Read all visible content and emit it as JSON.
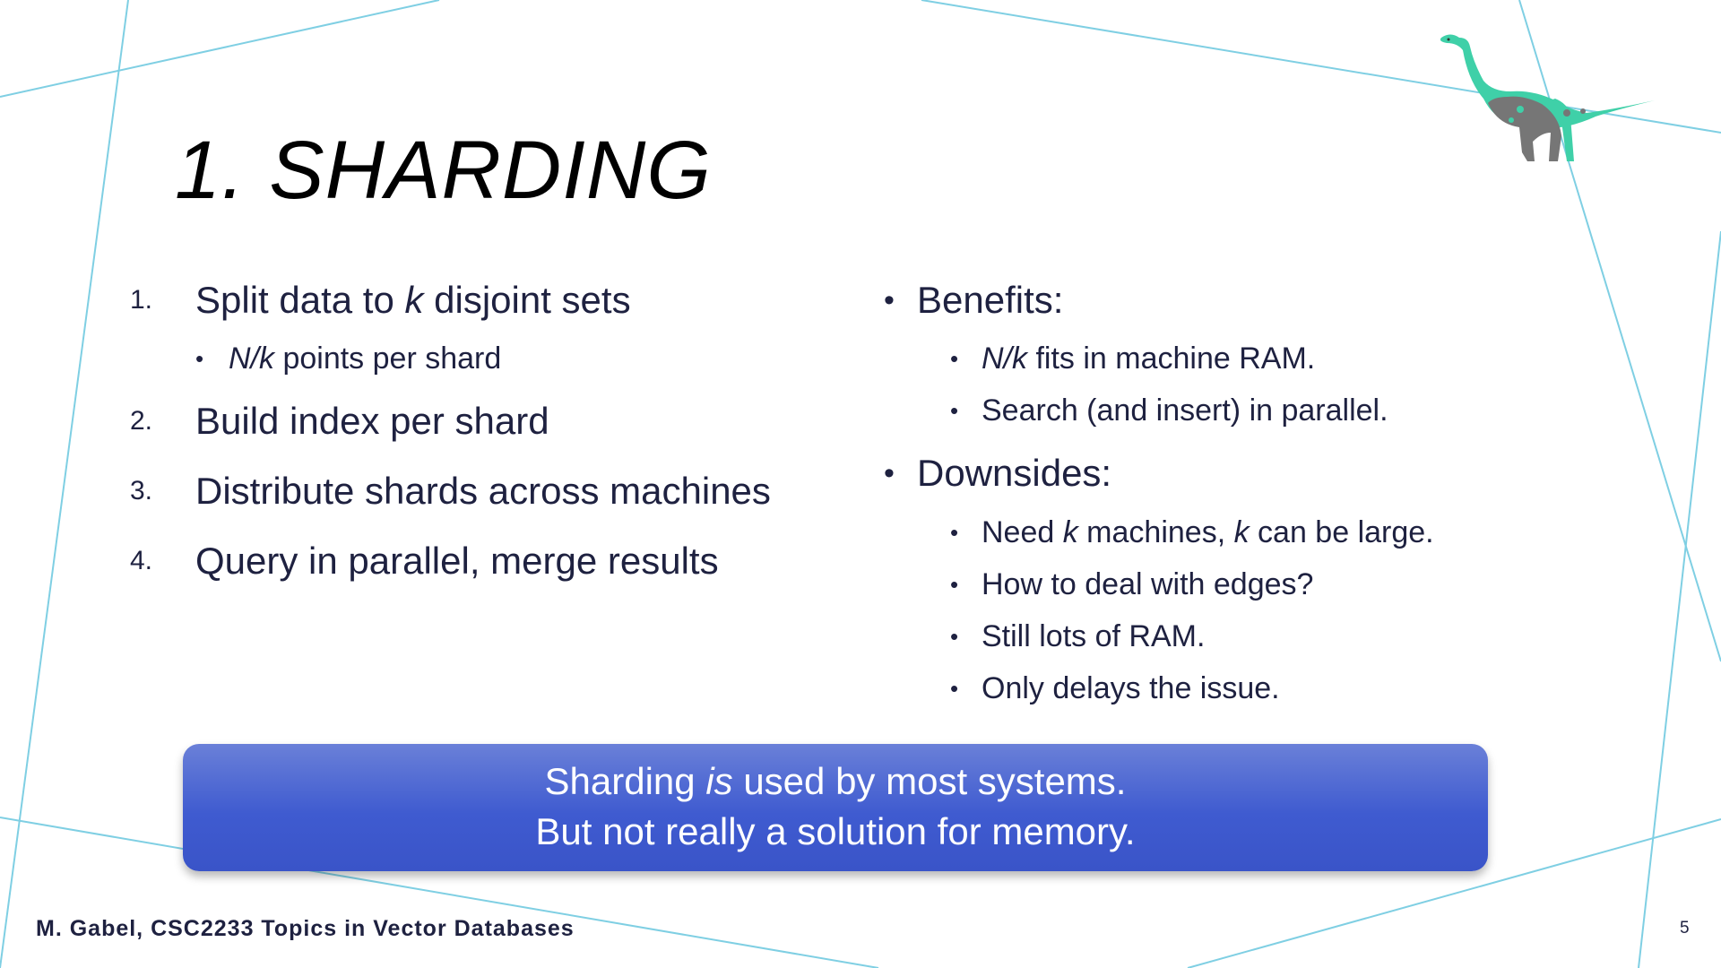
{
  "slide": {
    "title": "1. SHARDING",
    "page_number": "5",
    "footer": "M. Gabel, CSC2233 Topics in Vector Databases"
  },
  "left_list": {
    "items": [
      {
        "number": "1.",
        "pre": "Split data to ",
        "em": "k",
        "post": " disjoint sets"
      },
      {
        "bullet": "•",
        "pre": "",
        "em": "N/k",
        "post": " points per shard"
      },
      {
        "number": "2.",
        "text": "Build index per shard"
      },
      {
        "number": "3.",
        "text": "Distribute shards across machines"
      },
      {
        "number": "4.",
        "text": "Query in parallel, merge results"
      }
    ]
  },
  "right_list": {
    "benefits_heading": "Benefits:",
    "benefits": [
      {
        "bullet": "•",
        "pre": "",
        "em": "N/k",
        "post": " fits in machine RAM."
      },
      {
        "bullet": "•",
        "text": "Search (and insert) in parallel."
      }
    ],
    "downsides_heading": "Downsides:",
    "downsides": [
      {
        "bullet": "•",
        "pre": "Need ",
        "em": "k",
        "mid": " machines, ",
        "em2": "k",
        "post": " can be large."
      },
      {
        "bullet": "•",
        "text": "How to deal with edges?"
      },
      {
        "bullet": "•",
        "text": "Still lots of RAM."
      },
      {
        "bullet": "•",
        "text": "Only delays the issue."
      }
    ],
    "heading_bullet": "•"
  },
  "callout": {
    "line1_pre": "Sharding ",
    "line1_em": "is",
    "line1_post": " used by most systems.",
    "line2": "But not really a solution for memory."
  },
  "colors": {
    "accent_line": "#7fcfe3",
    "callout": "#4560d0",
    "text": "#1e2140",
    "dino_body": "#3fd0a8",
    "dino_spots": "#767676"
  },
  "icons": [
    "dinosaur-icon"
  ]
}
